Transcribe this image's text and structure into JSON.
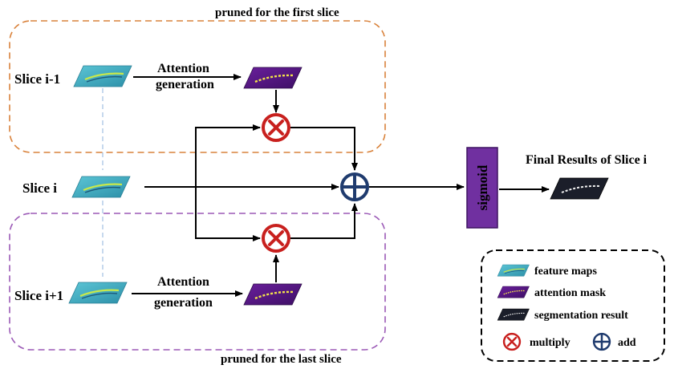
{
  "titles": {
    "top_box": "pruned for the first slice",
    "bottom_box": "pruned for the last slice",
    "final": "Final Results of Slice i"
  },
  "slices": {
    "prev": "Slice i-1",
    "curr": "Slice i",
    "next": "Slice i+1"
  },
  "attention": {
    "line1": "Attention",
    "line2": "generation"
  },
  "sigmoid_label": "sigmoid",
  "legend": {
    "feature": "feature maps",
    "attention": "attention mask",
    "segmentation": "segmentation result",
    "multiply": "multiply",
    "add": "add"
  },
  "colors": {
    "top_box_border": "#d9823b",
    "bottom_box_border": "#9b59b6",
    "feature_map": "#3aa6b8",
    "attention_mask": "#5a1a8a",
    "segmentation": "#1b1e2a",
    "multiply": "#c8201e",
    "add": "#1f3b6e",
    "sigmoid": "#7030a0",
    "dashed_link": "#8fb3de"
  }
}
